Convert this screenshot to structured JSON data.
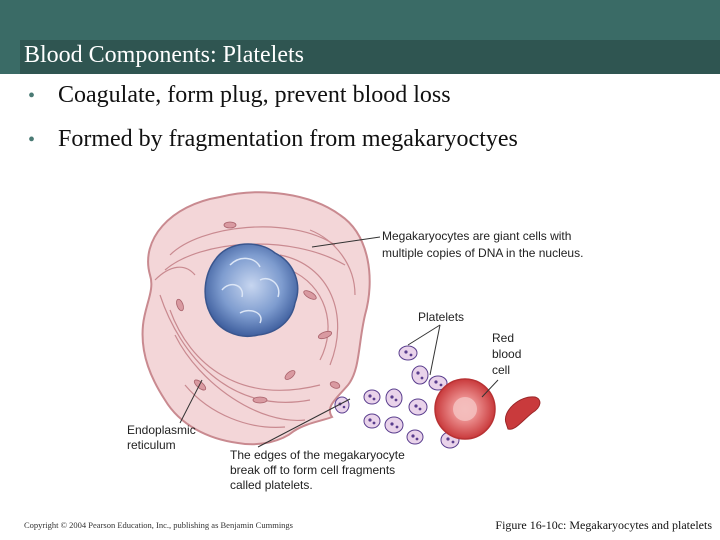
{
  "slide": {
    "title": "Blood Components: Platelets",
    "bullets": [
      "Coagulate, form plug, prevent blood loss",
      "Formed by fragmentation from megakaryoctyes"
    ]
  },
  "figure": {
    "labels": {
      "megakaryocyte_line1": "Megakaryocytes are giant cells with",
      "megakaryocyte_line2": "multiple copies of DNA in the nucleus.",
      "platelets": "Platelets",
      "rbc_line1": "Red",
      "rbc_line2": "blood",
      "rbc_line3": "cell",
      "er_line1": "Endoplasmic",
      "er_line2": "reticulum",
      "edges_line1": "The edges of the megakaryocyte",
      "edges_line2": "break off to form cell fragments",
      "edges_line3": "called platelets."
    },
    "colors": {
      "cell_fill": "#f3d6d8",
      "cell_stroke": "#c98a90",
      "nucleus": "#6f8fc4",
      "rbc": "#d94c4c",
      "platelet_fill": "#e9d3ea",
      "platelet_dots": "#5a3e8e"
    }
  },
  "footer": {
    "copyright": "Copyright © 2004 Pearson Education, Inc., publishing as Benjamin Cummings",
    "figure_caption": "Figure 16-10c: Megakaryocytes and platelets"
  }
}
